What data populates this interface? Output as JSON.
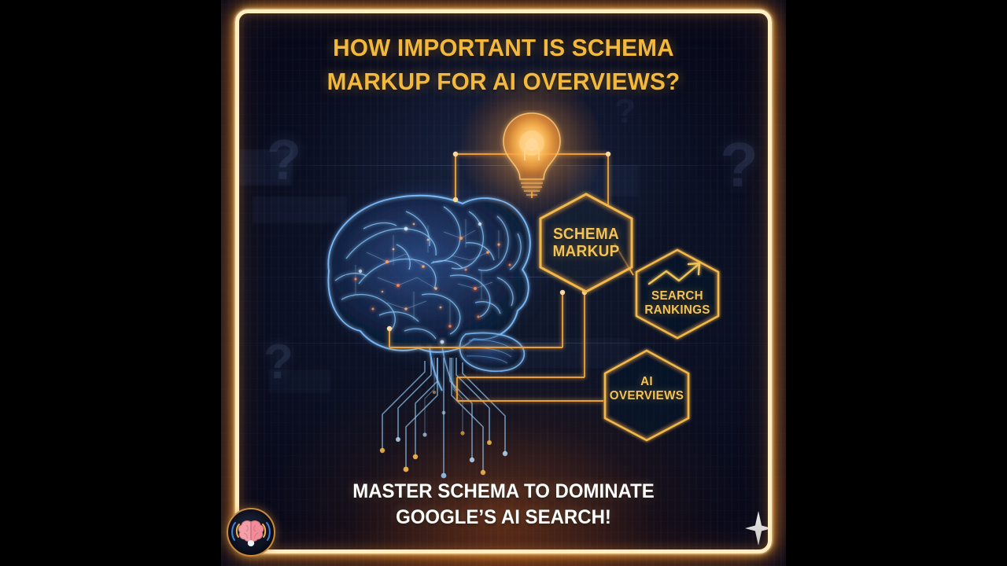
{
  "poster": {
    "title_line1": "HOW IMPORTANT IS SCHEMA",
    "title_line2": "MARKUP FOR AI OVERVIEWS?",
    "tagline_line1": "MASTER SCHEMA TO DOMINATE",
    "tagline_line2": "GOOGLE’S AI SEARCH!",
    "nodes": [
      {
        "id": "schema-markup",
        "label_line1": "SCHEMA",
        "label_line2": "MARKUP"
      },
      {
        "id": "search-rankings",
        "label_line1": "SEARCH",
        "label_line2": "RANKINGS"
      },
      {
        "id": "ai-overviews",
        "label_line1": "AI",
        "label_line2": "OVERVIEWS"
      }
    ],
    "watermarks": [
      "?",
      "?",
      "?",
      "?"
    ],
    "icons": {
      "lightbulb": "lightbulb-icon",
      "brain": "brain-icon",
      "trending_up": "trending-up-arrow-icon",
      "sparkle": "sparkle-icon",
      "logo": "brain-waves-logo-icon"
    },
    "colors": {
      "frame": "#ffeec0",
      "frame_glow": "#ff9628",
      "title": "#f2b93e",
      "hex_outline": "#f3b84b",
      "hex_label": "#f3c359",
      "tagline": "#ffffff",
      "background": "#0b1022",
      "brain": "#6aa8f0",
      "connector": "#f0a33c"
    }
  }
}
